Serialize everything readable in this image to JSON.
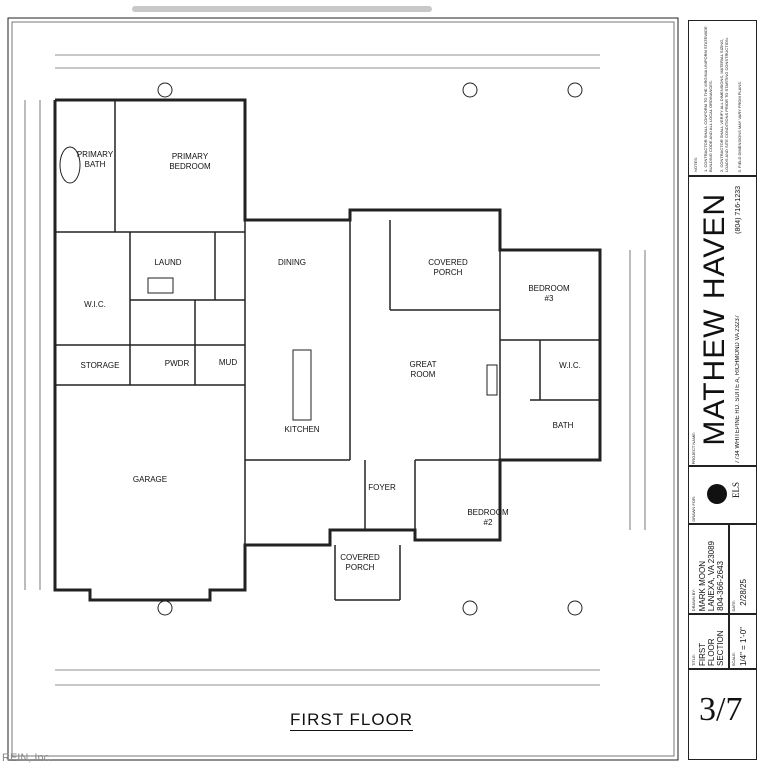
{
  "sheet_title": "FIRST FLOOR",
  "rooms": {
    "primary_bath": "PRIMARY\nBATH",
    "primary_bedroom": "PRIMARY\nBEDROOM",
    "laund": "LAUND",
    "wic_left": "W.I.C.",
    "storage": "STORAGE",
    "pwdr": "PWDR",
    "mud": "MUD",
    "dining": "DINING",
    "kitchen": "KITCHEN",
    "covered_porch_rear": "COVERED\nPORCH",
    "great_room": "GREAT\nROOM",
    "bedroom3": "BEDROOM\n#3",
    "wic_right": "W.I.C.",
    "bath": "BATH",
    "foyer": "FOYER",
    "bedroom2": "BEDROOM\n#2",
    "garage": "GARAGE",
    "covered_porch_front": "COVERED\nPORCH"
  },
  "title_block": {
    "notes_label": "NOTES:",
    "notes": [
      "1. CONTRACTOR SHALL CONFORM TO THE VIRGINIA UNIFORM STATEWIDE BUILDING CODE AND ALL LOCAL ORDINANCES.",
      "2. CONTRACTOR SHALL VERIFY ALL DIMENSIONS, MATERIAL SIZING, LOADS AND SITE CONDITIONS PRIOR TO STARTING CONSTRUCTION.",
      "3. FIELD DIMENSIONS MAY VARY FROM PLANS."
    ],
    "project_name_label": "PROJECT NAME:",
    "project_name": "MATHEW HAVEN",
    "drawn_for_label": "DRAWN FOR:",
    "drawn_for_address": "7734 WHITEPINE RD. SUITE A, RICHMOND VA 23237",
    "drawn_for_phone": "(804) 716-1233",
    "logo_text": "ELS",
    "drawn_by_label": "DRAWN BY:",
    "drawn_by_name": "MARK MOON",
    "drawn_by_city": "LANEXA, VA 23089",
    "drawn_by_phone": "804-366-2643",
    "date_label": "DATE:",
    "date": "2/28/25",
    "title_label": "TITLE:",
    "title": "FIRST FLOOR SECTION",
    "scale_label": "SCALE:",
    "scale": "1/4\" = 1'-0\"",
    "sheet_number": "3/7"
  },
  "watermark": "REIN, Inc."
}
